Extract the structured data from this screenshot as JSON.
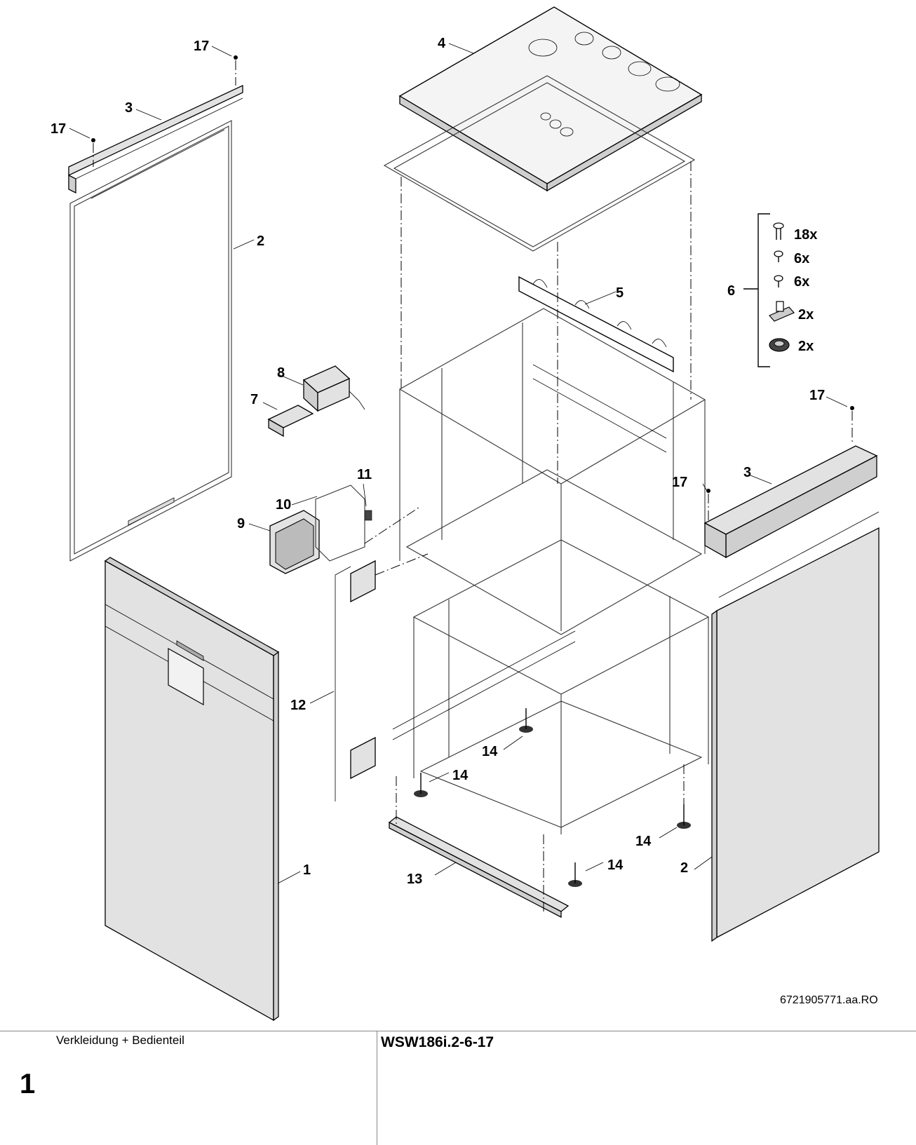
{
  "callouts": [
    {
      "label": "17"
    },
    {
      "label": "3"
    },
    {
      "label": "17"
    },
    {
      "label": "2"
    },
    {
      "label": "4"
    },
    {
      "label": "5"
    },
    {
      "label": "6"
    },
    {
      "label": "8"
    },
    {
      "label": "7"
    },
    {
      "label": "11"
    },
    {
      "label": "10"
    },
    {
      "label": "9"
    },
    {
      "label": "17"
    },
    {
      "label": "3"
    },
    {
      "label": "17"
    },
    {
      "label": "12"
    },
    {
      "label": "14"
    },
    {
      "label": "14"
    },
    {
      "label": "14"
    },
    {
      "label": "14"
    },
    {
      "label": "13"
    },
    {
      "label": "1"
    },
    {
      "label": "2"
    }
  ],
  "kit_items": [
    {
      "qty": "18x",
      "icon": "screw-icon"
    },
    {
      "qty": "6x",
      "icon": "small-screw-icon"
    },
    {
      "qty": "6x",
      "icon": "rivet-icon"
    },
    {
      "qty": "2x",
      "icon": "clip-icon"
    },
    {
      "qty": "2x",
      "icon": "grommet-icon"
    }
  ],
  "drawing_number": "6721905771.aa.RO",
  "footer": {
    "section_title": "Verkleidung + Bedienteil",
    "page_number": "1",
    "model": "WSW186i.2-6-17"
  }
}
